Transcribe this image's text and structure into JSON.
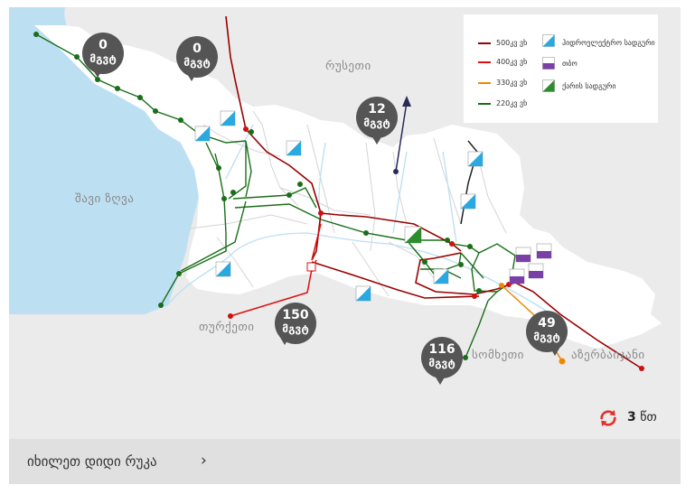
{
  "countries": {
    "russia": "რუსეთი",
    "black_sea": "შავი ზღვა",
    "turkey": "თურქეთი",
    "armenia": "სომხეთი",
    "azerbaijan": "აზერბაიჯანი"
  },
  "legend": {
    "lines": [
      {
        "label": "500კვ ვხ",
        "color": "#990000"
      },
      {
        "label": "400კვ ვხ",
        "color": "#dd1111"
      },
      {
        "label": "330კვ ვხ",
        "color": "#ee8800"
      },
      {
        "label": "220კვ ვხ",
        "color": "#1a6e1a"
      }
    ],
    "plants": [
      {
        "label": "ჰიდროელექტრო სადგური",
        "color": "#2aa8e0"
      },
      {
        "label": "თბო",
        "color": "#7b3fa8"
      },
      {
        "label": "ქარის სადგური",
        "color": "#2e8b2e"
      }
    ]
  },
  "bubbles": [
    {
      "value": "0",
      "unit": "მგვტ"
    },
    {
      "value": "0",
      "unit": "მგვტ"
    },
    {
      "value": "12",
      "unit": "მგვტ"
    },
    {
      "value": "150",
      "unit": "მგვტ"
    },
    {
      "value": "116",
      "unit": "მგვტ"
    },
    {
      "value": "49",
      "unit": "მგვტ"
    }
  ],
  "colors": {
    "water": "#bcdff2",
    "land": "#ffffff",
    "border": "#d8d8d8",
    "bubble": "#555555",
    "refresh": "#e0322b"
  },
  "timer": {
    "value": "3",
    "unit": "წთ"
  },
  "footer": {
    "link_label": "იხილეთ დიდი რუკა",
    "chevron": "›"
  }
}
